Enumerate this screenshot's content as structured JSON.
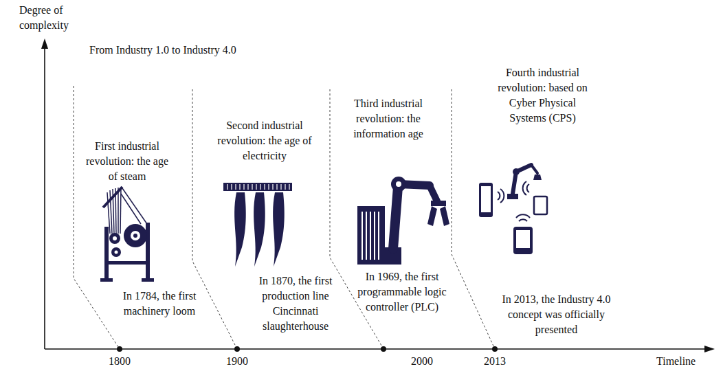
{
  "diagram": {
    "title": "From Industry 1.0 to Industry 4.0",
    "labels": [
      "Degree of complexity",
      "First industrial revolution: the age of steam",
      "In 1784, the first machinery loom",
      "Second industrial revolution: the age of electricity",
      "In 1870, the first production line Cincinnati slaughterhouse",
      "Third industrial revolution: the information age",
      "In 1969, the first programmable logic controller (PLC)",
      "Fourth industrial revolution: based on Cyber Physical Systems (CPS)",
      "In 2013, the Industry 4.0 concept was officially presented",
      "1800",
      "1900",
      "2000",
      "2013",
      "Timeline"
    ]
  }
}
